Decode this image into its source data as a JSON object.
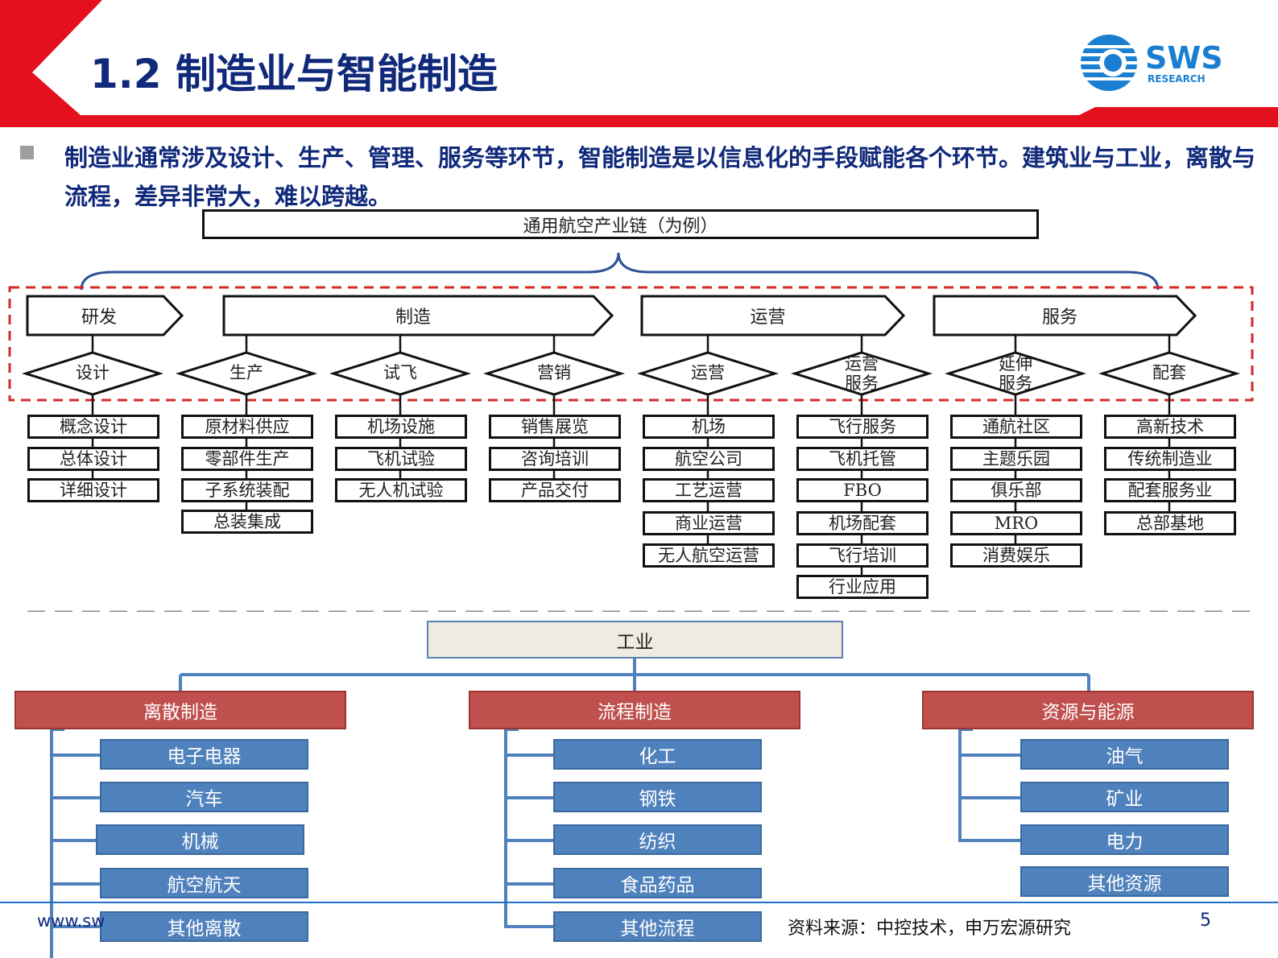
{
  "header": {
    "title": "1.2 制造业与智能制造",
    "logo_text": "SWS",
    "logo_subtext": "RESEARCH",
    "accent_red": "#e4101e",
    "title_color": "#10297a"
  },
  "bullet_text": "制造业通常涉及设计、生产、管理、服务等环节，智能制造是以信息化的手段赋能各个环节。建筑业与工业，离散与流程，差异非常大，难以跨越。",
  "chain": {
    "top_label": "通用航空产业链（为例）",
    "stages": [
      {
        "label": "研发",
        "diamonds": [
          {
            "label": "设计",
            "items": [
              "概念设计",
              "总体设计",
              "详细设计"
            ]
          }
        ]
      },
      {
        "label": "制造",
        "diamonds": [
          {
            "label": "生产",
            "items": [
              "原材料供应",
              "零部件生产",
              "子系统装配",
              "总装集成"
            ]
          },
          {
            "label": "试飞",
            "items": [
              "机场设施",
              "飞机试验",
              "无人机试验"
            ]
          },
          {
            "label": "营销",
            "items": [
              "销售展览",
              "咨询培训",
              "产品交付"
            ]
          }
        ]
      },
      {
        "label": "运营",
        "diamonds": [
          {
            "label": "运营",
            "items": [
              "机场",
              "航空公司",
              "工艺运营",
              "商业运营",
              "无人航空运营"
            ]
          },
          {
            "label": "运营\n服务",
            "items": [
              "飞行服务",
              "飞机托管",
              "FBO",
              "机场配套",
              "飞行培训",
              "行业应用"
            ]
          }
        ]
      },
      {
        "label": "服务",
        "diamonds": [
          {
            "label": "延伸\n服务",
            "items": [
              "通航社区",
              "主题乐园",
              "俱乐部",
              "MRO",
              "消费娱乐"
            ]
          },
          {
            "label": "配套",
            "items": [
              "高新技术",
              "传统制造业",
              "配套服务业",
              "总部基地"
            ]
          }
        ]
      }
    ]
  },
  "industry": {
    "label": "工业",
    "categories": [
      {
        "label": "离散制造",
        "items": [
          "电子电器",
          "汽车",
          "机械",
          "航空航天",
          "其他离散"
        ]
      },
      {
        "label": "流程制造",
        "items": [
          "化工",
          "钢铁",
          "纺织",
          "食品药品",
          "其他流程"
        ]
      },
      {
        "label": "资源与能源",
        "items": [
          "油气",
          "矿业",
          "电力",
          "其他资源"
        ]
      }
    ],
    "colors": {
      "category": "#c0504d",
      "item": "#4f81bd",
      "root": "#eeece1",
      "connector": "#4f81bd"
    }
  },
  "footer": {
    "url": "www.sw",
    "source": "资料来源：中控技术，申万宏源研究",
    "page": "5"
  }
}
